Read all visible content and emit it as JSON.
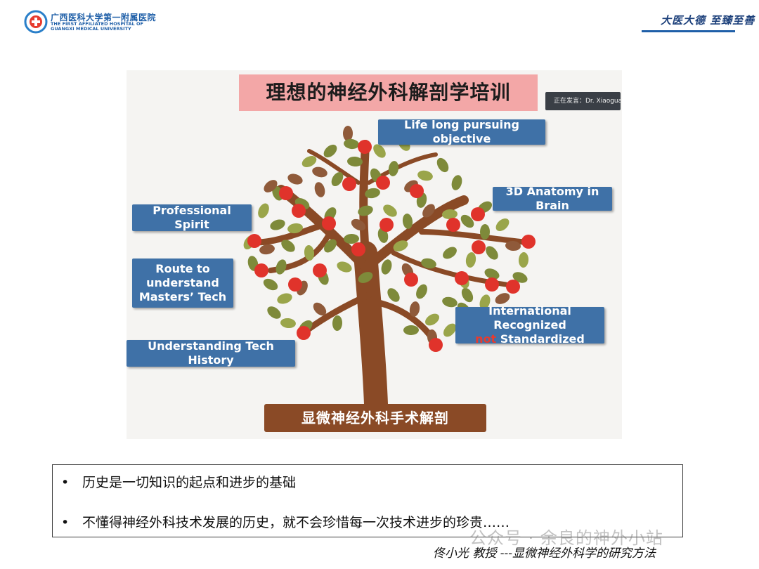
{
  "header": {
    "hospital_cn": "广西医科大学第一附属医院",
    "hospital_en_1": "THE FIRST AFFILIATED HOSPITAL OF",
    "hospital_en_2": "GUANGXI MEDICAL UNIVERSITY",
    "motto": "大医大德 至臻至善"
  },
  "figure": {
    "title": "理想的神经外科解剖学培训",
    "speaker": "正在发言：Dr. Xiaogua",
    "labels": {
      "top": "Life long pursuing objective",
      "anatomy": "3D Anatomy in Brain",
      "spirit": "Professional Spirit",
      "route_1": "Route to",
      "route_2": "understand",
      "route_3": "Masters’ Tech",
      "intl_1": "International Recognized",
      "intl_not": "not",
      "intl_2": " Standardized",
      "history": "Understanding Tech History"
    },
    "base": "显微神经外科手术解剖"
  },
  "notes": [
    "历史是一切知识的起点和进步的基础",
    "不懂得神经外科技术发展的历史，就不会珍惜每一次技术进步的珍贵……"
  ],
  "footer": {
    "watermark": "公众号 · 余良的神外小站",
    "credit": "佟小光 教授 ---显微神经外科学的研究方法"
  },
  "colors": {
    "tag_blue": "#3f71a7",
    "title_pink": "#f3a7a7",
    "trunk_brown": "#8a4a26",
    "leaf_green": "#7e8a3a",
    "apple_red": "#e0332b"
  }
}
